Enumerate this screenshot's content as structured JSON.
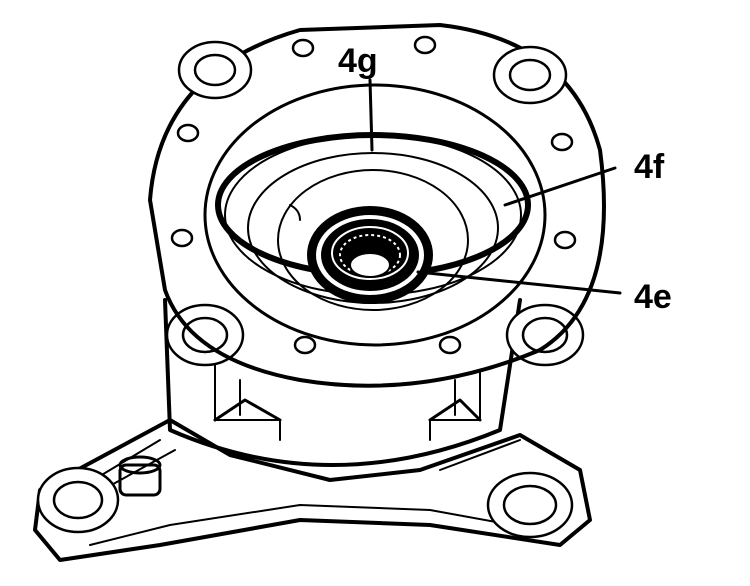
{
  "callouts": {
    "seal_outer": "4g",
    "o_ring": "4f",
    "bearing": "4e"
  },
  "colors": {
    "ink": "#000000",
    "paper": "#ffffff"
  }
}
